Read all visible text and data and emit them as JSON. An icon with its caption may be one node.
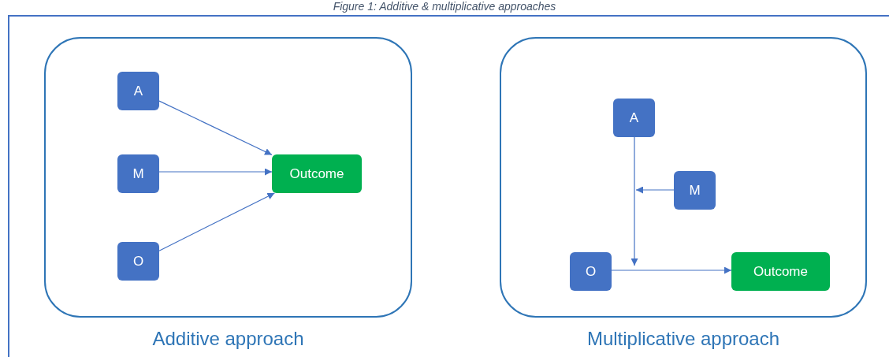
{
  "diagram": {
    "title": "Figure 1: Additive & multiplicative approaches",
    "nodes": [
      {
        "text": [
          "Additive approach"
        ]
      },
      {
        "text": [
          "A"
        ],
        "in": 0
      },
      {
        "text": [
          "M"
        ],
        "in": 0
      },
      {
        "text": [
          "O"
        ],
        "in": 0
      },
      {
        "text": [
          "Outcome"
        ],
        "in": 0
      },
      {
        "text": [
          "Multiplicative approach"
        ]
      },
      {
        "text": [
          "A"
        ],
        "in": 5
      },
      {
        "text": [
          "M"
        ],
        "in": 5
      },
      {
        "text": [
          "O"
        ],
        "in": 5
      },
      {
        "text": [
          "Outcome"
        ],
        "in": 5
      }
    ],
    "edges": [
      {
        "from": 1,
        "to": 4,
        "arrow": "to"
      },
      {
        "from": 2,
        "to": 4,
        "arrow": "to"
      },
      {
        "from": 3,
        "to": 4,
        "arrow": "to"
      },
      {
        "from": 6,
        "to": null,
        "arrow": "to"
      },
      {
        "from": 7,
        "to": null,
        "arrow": "to"
      },
      {
        "from": 8,
        "to": 9,
        "arrow": "to"
      }
    ]
  }
}
